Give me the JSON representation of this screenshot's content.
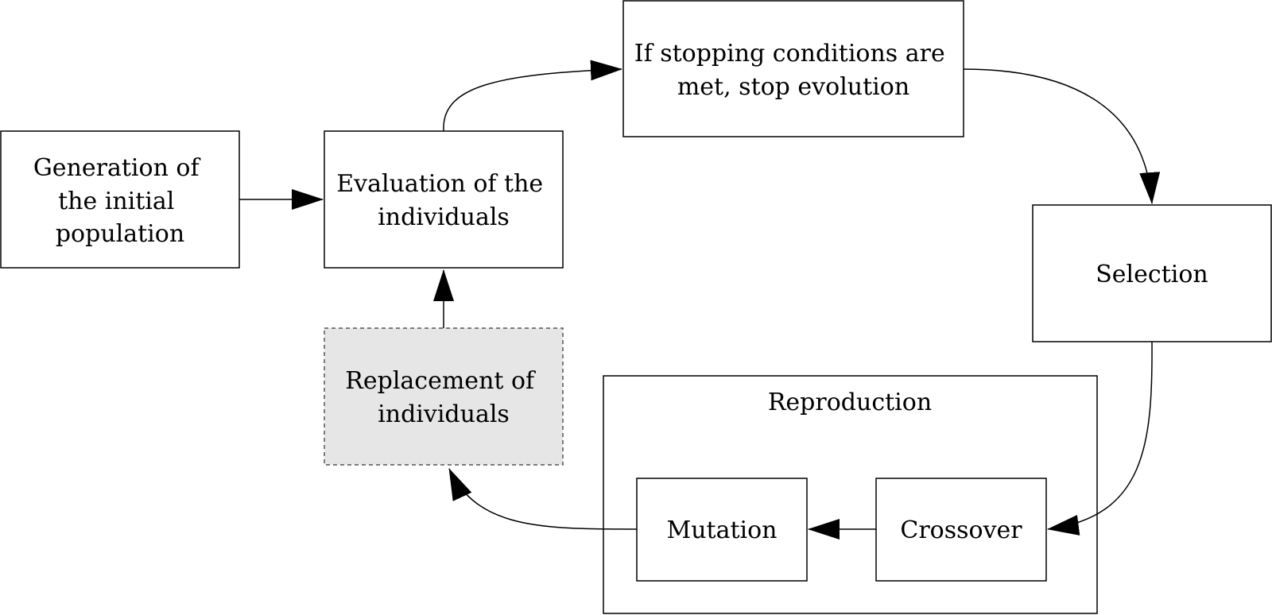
{
  "nodes": {
    "generation": {
      "lines": [
        "Generation of",
        "the initial",
        "population"
      ]
    },
    "evaluation": {
      "lines": [
        "Evaluation of the",
        "individuals"
      ]
    },
    "stopping": {
      "lines": [
        "If stopping conditions are",
        "met, stop evolution"
      ]
    },
    "selection": {
      "lines": [
        "Selection"
      ]
    },
    "reproduction": {
      "label": "Reproduction"
    },
    "crossover": {
      "lines": [
        "Crossover"
      ]
    },
    "mutation": {
      "lines": [
        "Mutation"
      ]
    },
    "replacement": {
      "lines": [
        "Replacement of",
        "individuals"
      ]
    }
  },
  "colors": {
    "stroke": "#000000",
    "box_fill": "#ffffff",
    "replacement_fill": "#e6e6e6",
    "replacement_border": "#555555"
  }
}
